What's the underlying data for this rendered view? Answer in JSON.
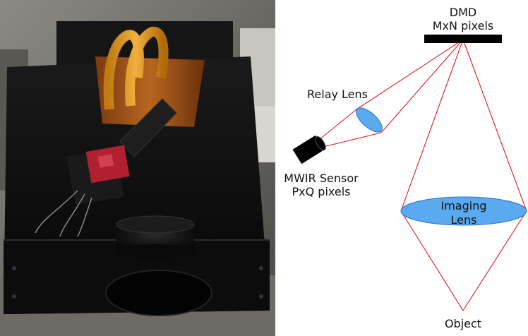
{
  "photo": {
    "description_icon": "photo-of-camera-assembly"
  },
  "diagram": {
    "dmd_label_line1": "DMD",
    "dmd_label_line2": "MxN pixels",
    "relay_lens_label": "Relay Lens",
    "sensor_label_line1": "MWIR Sensor",
    "sensor_label_line2": "PxQ pixels",
    "imaging_lens_label_line1": "Imaging",
    "imaging_lens_label_line2": "Lens",
    "object_label": "Object"
  },
  "colors": {
    "ray": "#e01818",
    "lens_fill": "#5aaaf0",
    "lens_stroke": "#2a70c0",
    "dmd": "#000000",
    "sensor": "#000000"
  }
}
